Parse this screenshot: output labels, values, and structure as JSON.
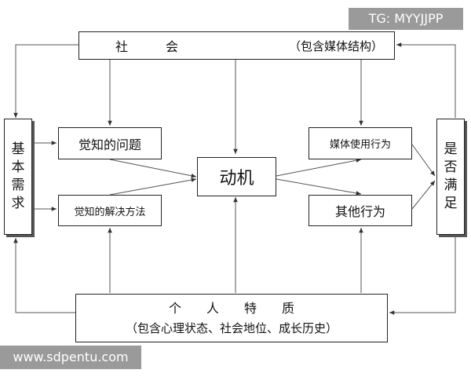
{
  "watermarks": {
    "top_right": "TG: MYYJJPP",
    "bottom_left": "www.sdpentu.com"
  },
  "diagram": {
    "society": {
      "label": "社　　　会",
      "note": "（包含媒体结构）"
    },
    "basic_needs": {
      "chars": [
        "基",
        "本",
        "需",
        "求"
      ]
    },
    "perceived_problem": "觉知的问题",
    "perceived_solution": "觉知的解决方法",
    "motive": "动机",
    "media_use": "媒体使用行为",
    "other_behavior": "其他行为",
    "satisfied": {
      "chars": [
        "是",
        "否",
        "满",
        "足"
      ]
    },
    "personal": {
      "label": "个　　人　　特　　质",
      "note": "（包含心理状态、社会地位、成长历史）"
    }
  }
}
